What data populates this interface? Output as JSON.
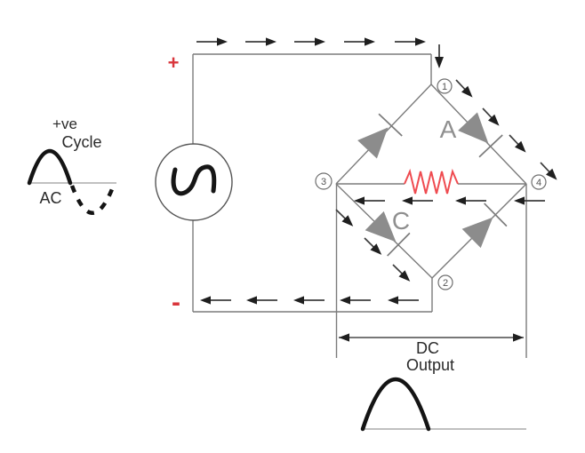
{
  "diagram": {
    "title": "full-wave-bridge-rectifier-positive-half-cycle",
    "polarity": {
      "plus": "+",
      "minus": "-"
    },
    "input_waveform": {
      "pos_line1": "+ve",
      "pos_line2": "Cycle",
      "axis_label": "AC"
    },
    "ac_source": {
      "icon": "sine-wave-icon"
    },
    "bridge": {
      "node1": "1",
      "node2": "2",
      "node3": "3",
      "node4": "4",
      "diode_a_label": "A",
      "diode_c_label": "C"
    },
    "load": {
      "component": "resistor-zigzag"
    },
    "output": {
      "line1": "DC",
      "line2": "Output"
    },
    "colors": {
      "sign_red": "#d9363c",
      "resistor_red": "#ef4b50",
      "wire_gray": "#7b7b7b",
      "diode_gray": "#8c8c8c",
      "label_gray": "#8f8f8f",
      "ink": "#1f1f1f"
    }
  }
}
